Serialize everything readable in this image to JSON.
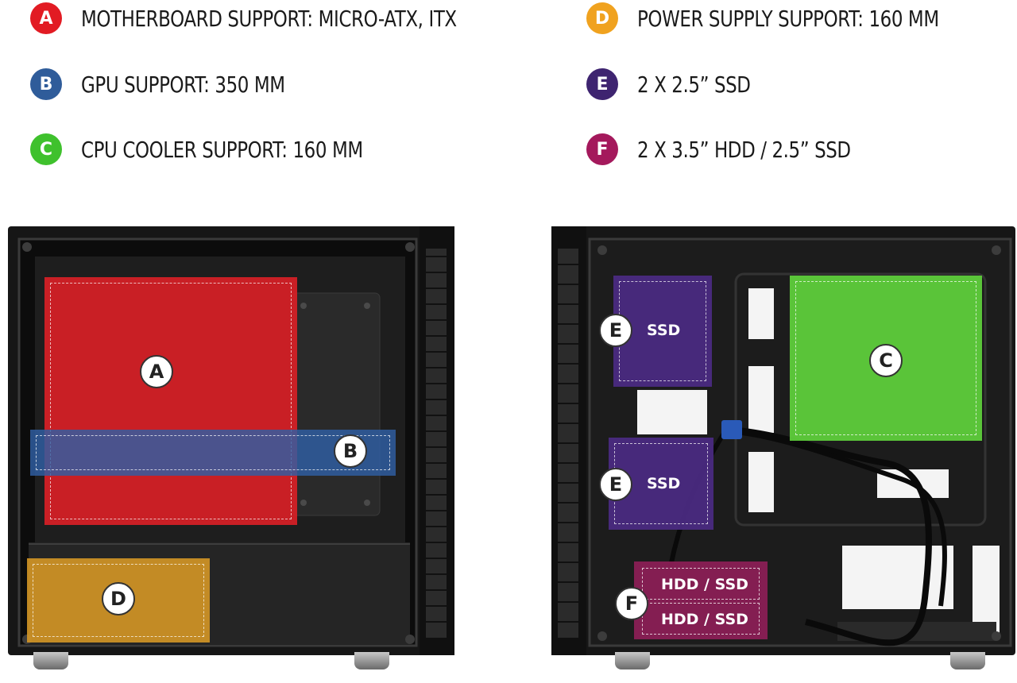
{
  "legend": [
    {
      "letter": "A",
      "text": "MOTHERBOARD SUPPORT: MICRO-ATX, ITX",
      "color": "#e21b23"
    },
    {
      "letter": "B",
      "text": "GPU SUPPORT: 350 MM",
      "color": "#2f5c9a"
    },
    {
      "letter": "C",
      "text": "CPU COOLER SUPPORT: 160 MM",
      "color": "#3fc12d"
    },
    {
      "letter": "D",
      "text": "POWER SUPPLY SUPPORT: 160 MM",
      "color": "#f0a21f"
    },
    {
      "letter": "E",
      "text": "2 X 2.5” SSD",
      "color": "#3e2470"
    },
    {
      "letter": "F",
      "text": "2 X 3.5” HDD / 2.5” SSD",
      "color": "#a4195c"
    }
  ],
  "left_case": {
    "markers": {
      "a": "A",
      "b": "B",
      "d": "D"
    }
  },
  "right_case": {
    "markers": {
      "c": "C",
      "e1": "E",
      "e2": "E",
      "f": "F"
    },
    "labels": {
      "ssd1": "SSD",
      "ssd2": "SSD",
      "hdd1": "HDD / SSD",
      "hdd2": "HDD / SSD"
    }
  },
  "colors": {
    "zone_a": "#d81f26",
    "zone_b": "#2f5fa5",
    "zone_c": "#5fd23c",
    "zone_d": "#d99a25",
    "zone_e": "#4a2a82",
    "zone_f": "#8a1f55",
    "case": "#1b1b1b"
  }
}
